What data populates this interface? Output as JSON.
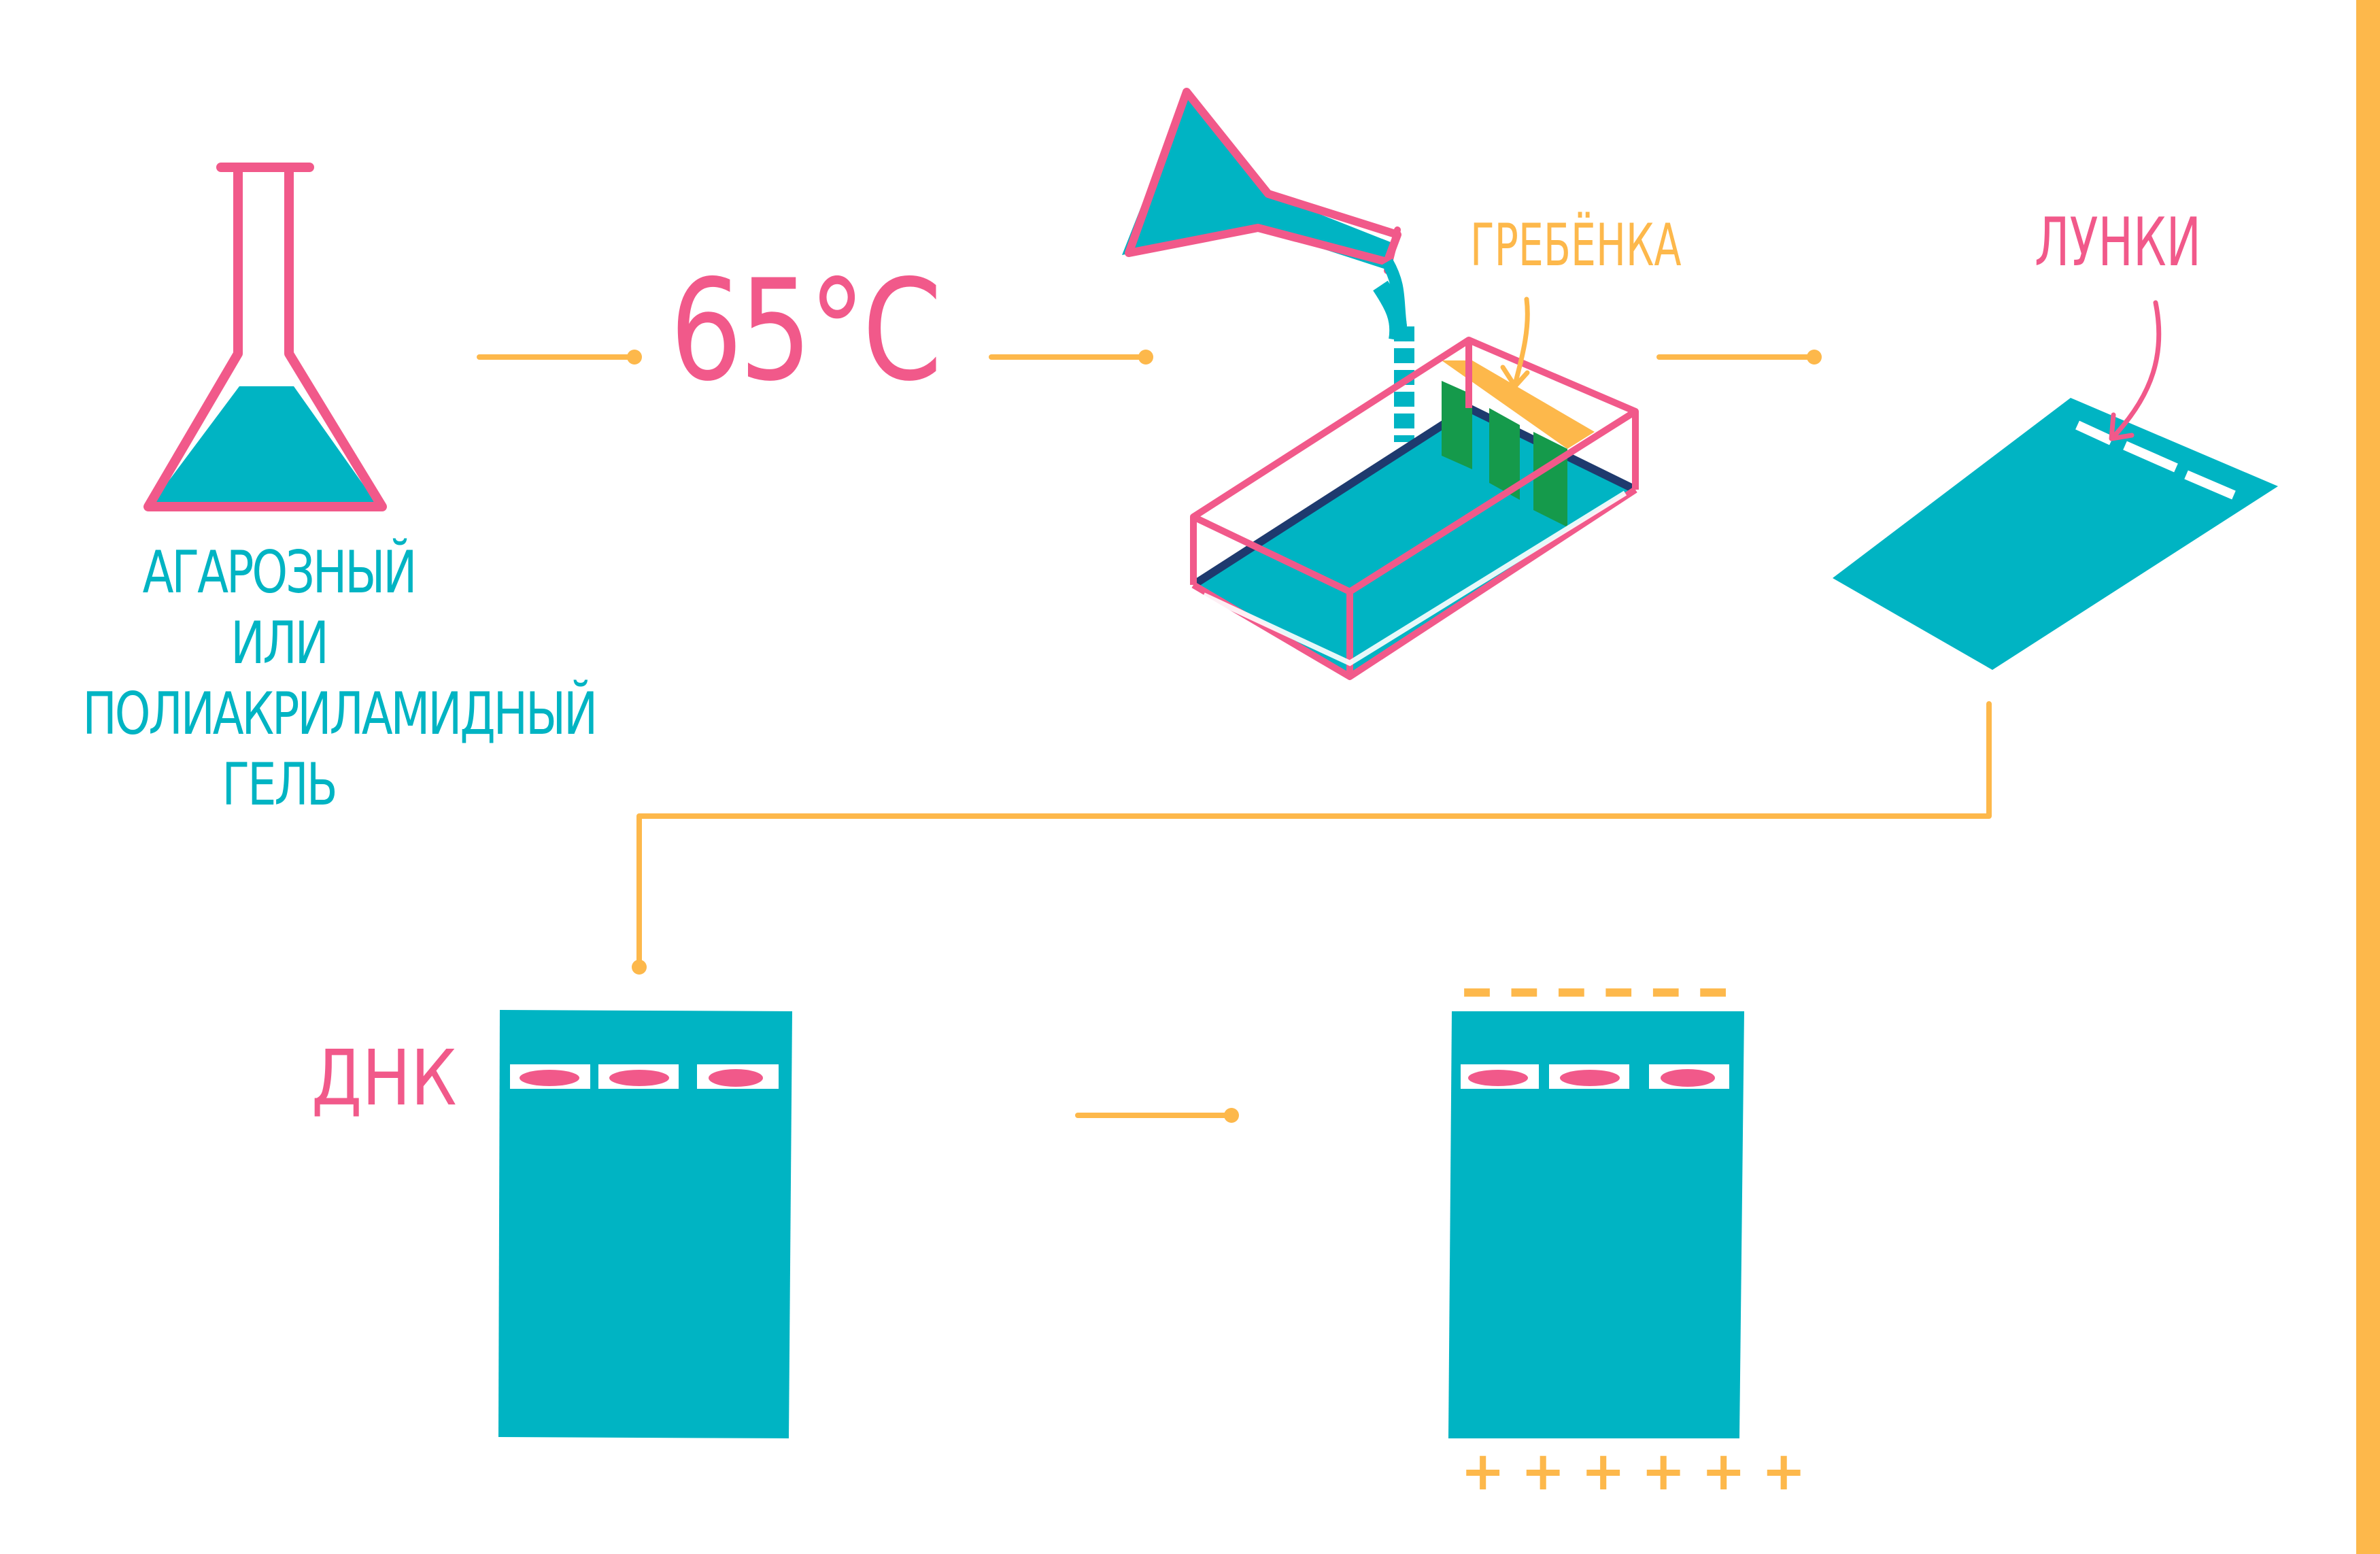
{
  "colors": {
    "teal": "#00B4C3",
    "pink": "#F1598A",
    "orange": "#FDB84B",
    "green": "#159A4B",
    "navy": "#1E3A6E",
    "background": "#FFFFFF"
  },
  "labels": {
    "gel_lines": [
      "АГАРОЗНЫЙ",
      "ИЛИ",
      "ПОЛИАКРИЛАМИДНЫЙ",
      "ГЕЛЬ"
    ],
    "temperature": "65°C",
    "comb": "ГРЕБЁНКА",
    "wells": "ЛУНКИ",
    "dna": "ДНК",
    "minus_signs": "– – – – – –",
    "plus_signs": "+ + + + + +"
  },
  "icons": [
    "flask-icon",
    "funnel-icon",
    "gel-tray-icon",
    "gel-slab-icon"
  ]
}
